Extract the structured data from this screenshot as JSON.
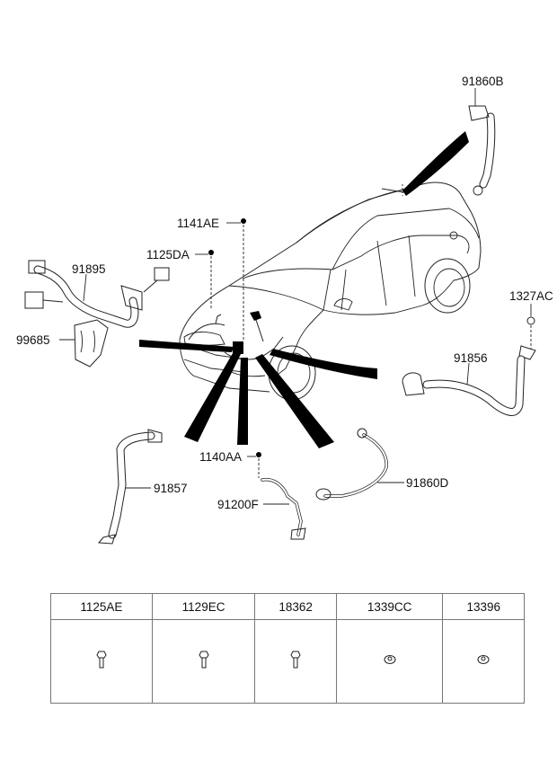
{
  "diagram": {
    "title_context": "Wiring harness - battery / engine area parts diagram",
    "callouts": [
      {
        "id": "91860B",
        "label": "91860B"
      },
      {
        "id": "1141AE",
        "label": "1141AE"
      },
      {
        "id": "1125DA",
        "label": "1125DA"
      },
      {
        "id": "91895",
        "label": "91895"
      },
      {
        "id": "99685",
        "label": "99685"
      },
      {
        "id": "1327AC",
        "label": "1327AC"
      },
      {
        "id": "91856",
        "label": "91856"
      },
      {
        "id": "1140AA",
        "label": "1140AA"
      },
      {
        "id": "91857",
        "label": "91857"
      },
      {
        "id": "91200F",
        "label": "91200F"
      },
      {
        "id": "91860D",
        "label": "91860D"
      }
    ]
  },
  "fastener_table": {
    "columns": [
      {
        "part": "1125AE",
        "icon": "bolt-icon"
      },
      {
        "part": "1129EC",
        "icon": "bolt-icon"
      },
      {
        "part": "18362",
        "icon": "bolt-icon"
      },
      {
        "part": "1339CC",
        "icon": "nut-icon"
      },
      {
        "part": "13396",
        "icon": "nut-icon"
      }
    ]
  }
}
